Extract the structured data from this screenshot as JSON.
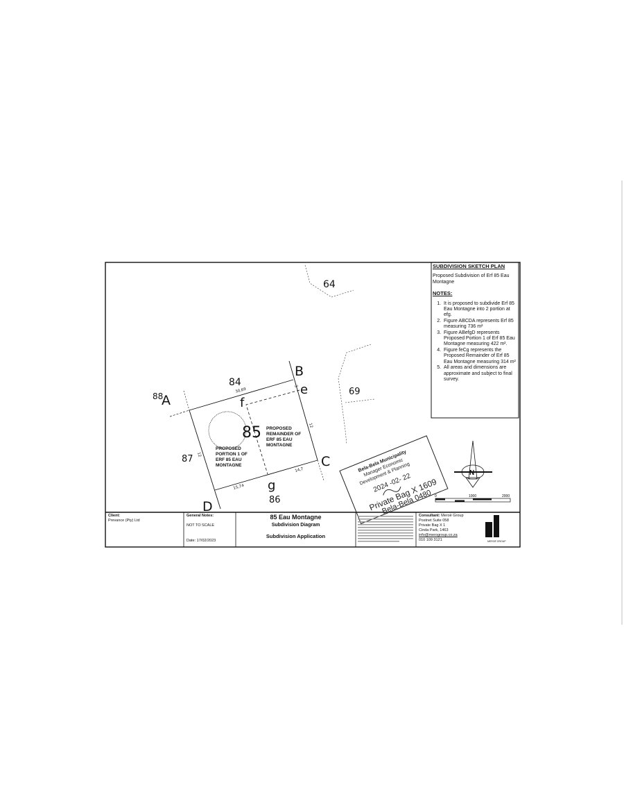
{
  "sheet": {
    "title": "SUBDIVISION SKETCH PLAN",
    "subtitle": "Proposed Subdivision of Erf 85 Eau Montagne",
    "notes_heading": "NOTES:",
    "notes": [
      "It is proposed to subdivide Erf 85 Eau Montagne into 2 portion at efg.",
      "Figure ABCDA represents Erf 85 measuring 736 m²",
      "Figure ABefgD represents Proposed Portion 1 of Erf 85 Eau Montagne measuring 422 m².",
      "Figure feCg represents the Proposed Remainder of Erf 85 Eau Montagne measuring 314 m²",
      "All areas and dimensions are approximate and subject to final survey."
    ]
  },
  "plan": {
    "erfs": {
      "e64": "64",
      "e84": "84",
      "e88": "88",
      "e87": "87",
      "e86": "86",
      "e69": "69",
      "e85": "85"
    },
    "points": {
      "A": "A",
      "B": "B",
      "C": "C",
      "D": "D",
      "e": "e",
      "f": "f",
      "g": "g"
    },
    "dimensions": {
      "ab": "30,69",
      "dg": "15,74",
      "gc": "14,7",
      "bc": "12",
      "ad": "12",
      "be": "3"
    },
    "portion1": [
      "PROPOSED",
      "PORTION 1 OF",
      "ERF 85 EAU",
      "MONTAGNE"
    ],
    "remainder": [
      "PROPOSED",
      "REMAINDER OF",
      "ERF 85 EAU",
      "MONTAGNE"
    ]
  },
  "scale_bar": {
    "labels": [
      "0",
      "1000",
      "2000"
    ]
  },
  "stamp": {
    "lines": [
      "Bela-Bela Municipality",
      "Manager Economic",
      "Development & Planning",
      "2024 -02- 22",
      "Private Bag X 1609",
      "Bela-Bela 0480"
    ]
  },
  "title_block": {
    "client_label": "Client:",
    "client": "Prevance (Pty) Ltd",
    "notes_label": "General Notes:",
    "not_to_scale": "NOT TO SCALE",
    "date": "Date: 17/02/2023",
    "project": "85 Eau Montagne",
    "drawing": "Subdivision Diagram",
    "purpose": "Subdivision Application",
    "consultant_label": "Consultant:",
    "consultant": "Meroë Group",
    "address": [
      "Postnet Suite 058",
      "Private Bag X 1",
      "Cinda Park, 1463"
    ],
    "email": "info@merogroup.co.za",
    "phone": "010 109 3121",
    "logo_text": "MEROË GROUP"
  },
  "colors": {
    "ink": "#111111",
    "stamp": "#222222"
  }
}
